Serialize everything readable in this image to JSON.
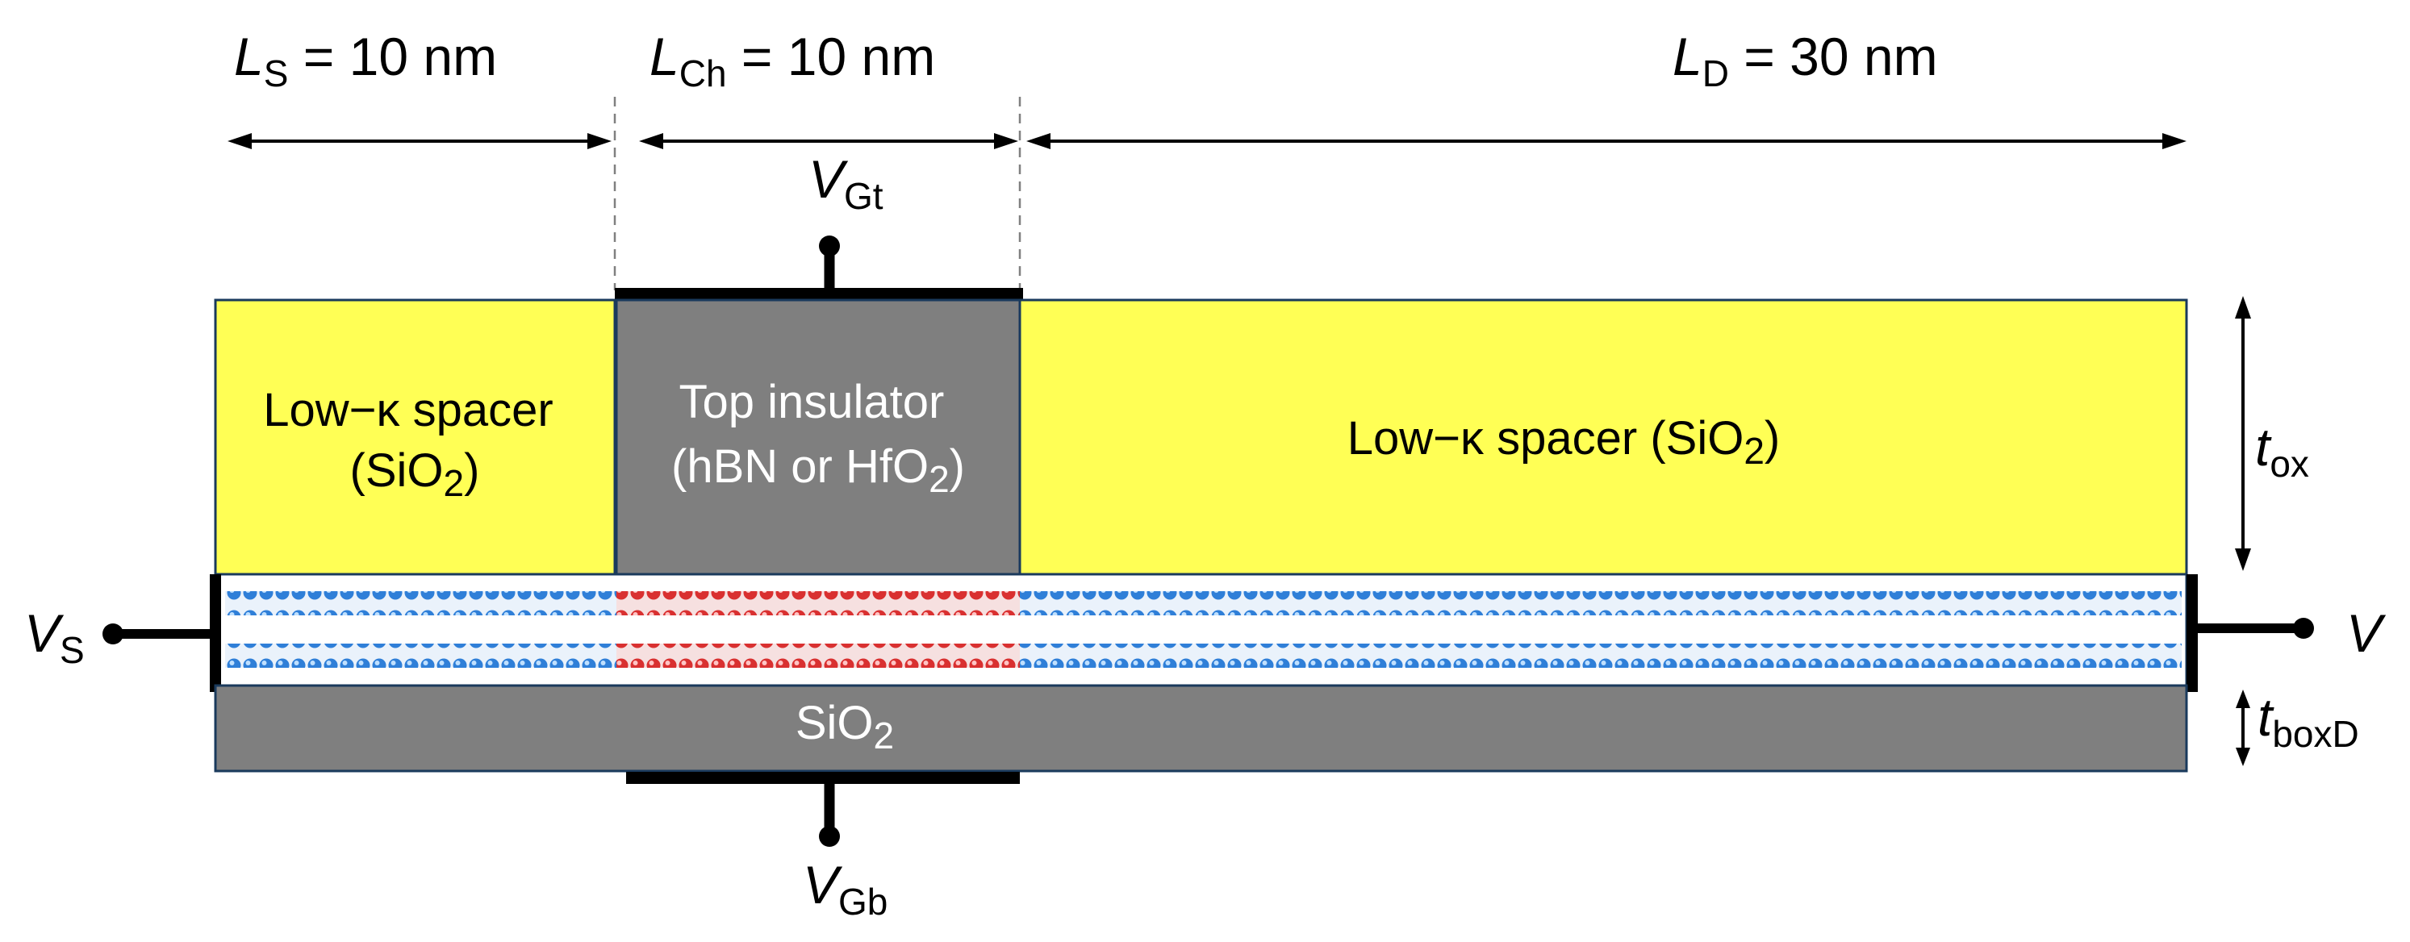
{
  "dimensions": {
    "source": {
      "var": "L",
      "sub": "S",
      "value": "= 10 nm"
    },
    "channel": {
      "var": "L",
      "sub": "Ch",
      "value": "= 10 nm"
    },
    "drain": {
      "var": "L",
      "sub": "D",
      "value": "= 30 nm"
    }
  },
  "terminals": {
    "top_gate": {
      "var": "V",
      "sub": "Gt"
    },
    "bottom_gate": {
      "var": "V",
      "sub": "Gb"
    },
    "source": {
      "var": "V",
      "sub": "S"
    },
    "drain": {
      "var": "V",
      "sub": ""
    }
  },
  "regions": {
    "left_spacer": {
      "line1": "Low−κ spacer",
      "line2_pre": "(SiO",
      "line2_sub": "2",
      "line2_post": ")"
    },
    "top_insulator": {
      "line1": "Top insulator",
      "line2_pre": "(hBN or HfO",
      "line2_sub": "2",
      "line2_post": ")"
    },
    "right_spacer": {
      "pre": "Low−κ spacer (SiO",
      "sub": "2",
      "post": ")"
    },
    "bottom_oxide": {
      "pre": "SiO",
      "sub": "2"
    }
  },
  "thickness": {
    "oxide": {
      "var": "t",
      "sub": "ox"
    },
    "box": {
      "var": "t",
      "sub": "boxD"
    }
  },
  "colors": {
    "spacer": "#FFFF55",
    "insulator": "#7F7F7F",
    "channel_atoms": "#D93030",
    "contact_atoms": "#2F7FD8",
    "outline": "#1A3A5C"
  }
}
